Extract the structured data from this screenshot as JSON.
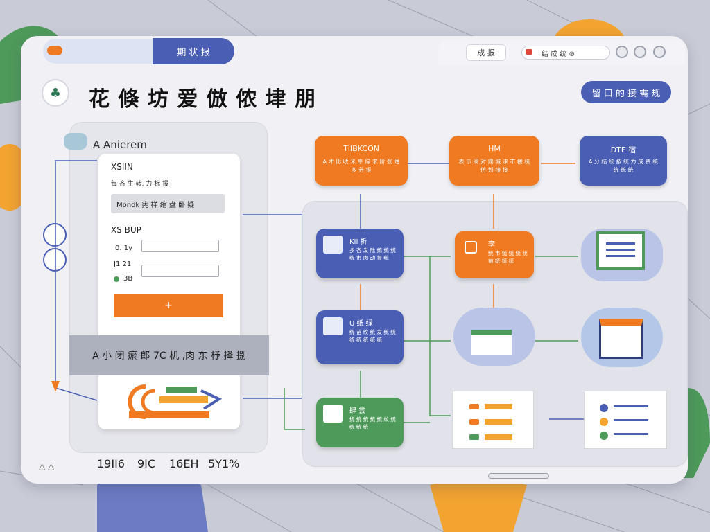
{
  "window": {
    "tab_label": "期 状 报",
    "title_chip": "成 报",
    "address": "结 成 统 ⊘"
  },
  "header": {
    "title": "花 倏 坊 爱 倣 侬 垏 朋",
    "top_button": "留 口 的 接 需 规"
  },
  "left_panel": {
    "title": "A Anierem",
    "form_title": "XSIIN",
    "form_subtitle": "每 吝 生 转. 力 标 报",
    "select_value": "Mondk 宪 样 缩 盘 卧 疑",
    "section_title": "XS BUP",
    "rows": [
      {
        "label": "0. 1y"
      },
      {
        "label": "J1  21"
      },
      {
        "label": "3B"
      }
    ],
    "submit_label": "+"
  },
  "banner": "A 小 闭 瘀 郎 7C 机 ,肉 东 杼 择 捌",
  "stats": [
    "19II6",
    "9IC",
    "16EH",
    "5Y1%"
  ],
  "nodes": {
    "n1": {
      "title": "TIIBKCON",
      "desc": "A 才 比 收 米 阜 绿 求 阶 张 姓 多 芳 报"
    },
    "n2": {
      "title": "HM",
      "desc": "表 示 阀 对 鼎 城 涞 市 楼 统 仿 划 接 接"
    },
    "n3": {
      "title": "DTE 宿",
      "desc": "A 分 结 统 按 统 为 成 资 统 统 统 统"
    },
    "n4": {
      "title": "KII 折",
      "desc": "多 吝 发 陆 统 统 统 统 市 肉 动 报 统"
    },
    "n5": {
      "title": "李",
      "desc": "统 市 统 统 统 统 前 统 统 统"
    },
    "n6": {
      "title": "U 纸 绿",
      "desc": "统 苗 纹 统 发 统 统 统 统 统 统 统"
    },
    "n7": {
      "title": "肆 尝",
      "desc": "统 统 统 统 统 纹 统 统 统 统"
    }
  },
  "colors": {
    "orange": "#f07a22",
    "blue": "#4a5fb4",
    "green": "#4e9a5a"
  }
}
